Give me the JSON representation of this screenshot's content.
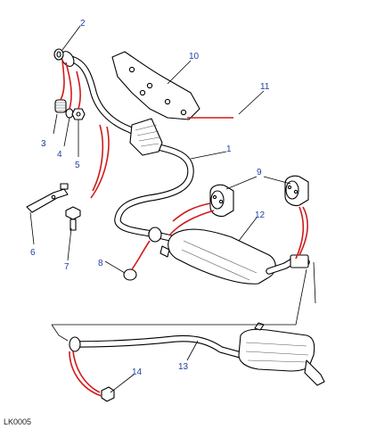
{
  "diagram": {
    "reference_code": "LK0005",
    "callouts": [
      {
        "id": "c1",
        "label": "1"
      },
      {
        "id": "c2",
        "label": "2"
      },
      {
        "id": "c3",
        "label": "3"
      },
      {
        "id": "c4",
        "label": "4"
      },
      {
        "id": "c5",
        "label": "5"
      },
      {
        "id": "c6",
        "label": "6"
      },
      {
        "id": "c7",
        "label": "7"
      },
      {
        "id": "c8",
        "label": "8"
      },
      {
        "id": "c9",
        "label": "9"
      },
      {
        "id": "c10",
        "label": "10"
      },
      {
        "id": "c11",
        "label": "11"
      },
      {
        "id": "c12",
        "label": "12"
      },
      {
        "id": "c13",
        "label": "13"
      },
      {
        "id": "c14",
        "label": "14"
      }
    ],
    "colors": {
      "callout": "#1f3fa8",
      "assembly_line": "#d21a1a",
      "outline": "#000000"
    }
  }
}
